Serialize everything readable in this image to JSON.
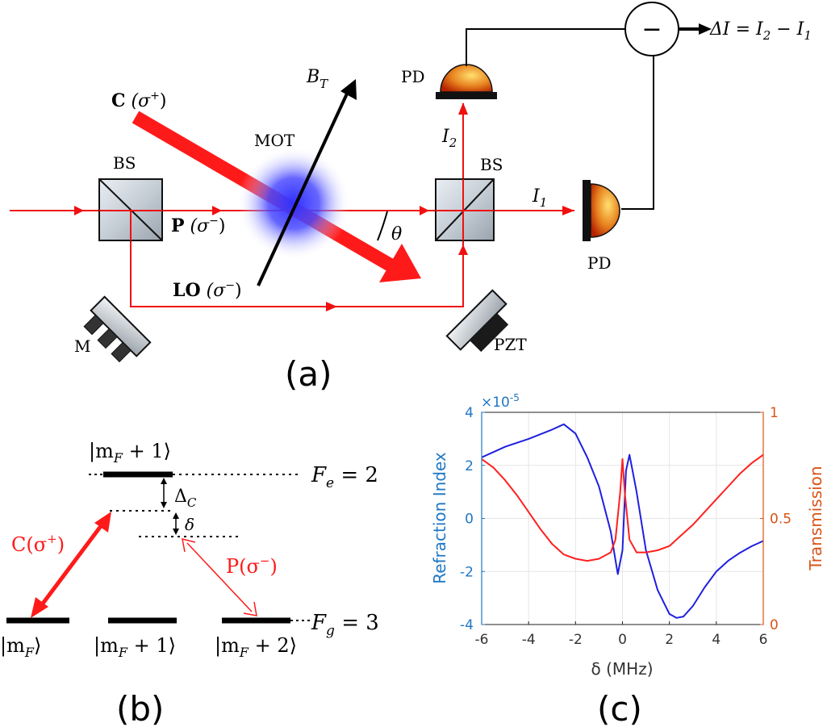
{
  "panel_a": {
    "panel_label": "(a)",
    "bs_left_label": "BS",
    "bs_right_label": "BS",
    "mot_label": "MOT",
    "pd_top_label": "PD",
    "pd_right_label": "PD",
    "mirror_label": "M",
    "pzt_label": "PZT",
    "coupling_label": {
      "main": "C",
      "open": " (σ",
      "sup": "+",
      "close": ")"
    },
    "probe_label": {
      "main": "P",
      "open": " (σ",
      "sup": "−",
      "close": ")"
    },
    "lo_label": {
      "main": "LO",
      "open": " (σ",
      "sup": "−",
      "close": ")"
    },
    "field_label": {
      "main": "B",
      "sub": "T"
    },
    "angle_label": "θ",
    "i1_label": {
      "main": "I",
      "sub": "1"
    },
    "i2_label": {
      "main": "I",
      "sub": "2"
    },
    "subtractor_symbol": "−",
    "difference_label": {
      "pre": "ΔI = I",
      "s1": "2",
      "mid": " − I",
      "s2": "1"
    }
  },
  "panel_b": {
    "panel_label": "(b)",
    "excited_state_label": {
      "pre": "|m",
      "sub": "F",
      "post": " + 1⟩"
    },
    "fe_label": {
      "main": "F",
      "sub": "e",
      "post": " = 2"
    },
    "fg_label": {
      "main": "F",
      "sub": "g",
      "post": " = 3"
    },
    "delta_c_label": {
      "main": "Δ",
      "sub": "C"
    },
    "delta_label": "δ",
    "coupling_label": {
      "pre": "C(σ",
      "sup": "+",
      "post": ")"
    },
    "probe_label": {
      "pre": "P(σ",
      "sup": "−",
      "post": ")"
    },
    "ground_states": [
      {
        "pre": "|m",
        "sub": "F",
        "post": "⟩"
      },
      {
        "pre": "|m",
        "sub": "F",
        "post": " + 1⟩"
      },
      {
        "pre": "|m",
        "sub": "F",
        "post": " + 2⟩"
      }
    ]
  },
  "panel_c": {
    "panel_label": "(c)"
  },
  "colors": {
    "laser_red": "#ff1a1a",
    "probe_red": "#f01010",
    "mot_blue": "#1a1aff",
    "refraction_blue": "#1f1fe0",
    "transmission_red": "#ff2020",
    "left_axis": "#1f77c4",
    "right_axis": "#d95319"
  },
  "chart_data": {
    "type": "line",
    "xlabel": "δ (MHz)",
    "ylabel_left": "Refraction Index",
    "ylabel_right": "Transmission",
    "left_exponent": "×10",
    "left_exponent_power": "-5",
    "xlim": [
      -6,
      6
    ],
    "ylim_left": [
      -4,
      4
    ],
    "ylim_right": [
      0,
      1
    ],
    "xticks": [
      "-6",
      "-4",
      "-2",
      "0",
      "2",
      "4",
      "6"
    ],
    "yticks_left": [
      "4",
      "2",
      "0",
      "-2",
      "-4"
    ],
    "yticks_right": [
      "1",
      "0.5",
      "0"
    ],
    "grid": true,
    "series": [
      {
        "name": "Refraction Index",
        "axis": "left",
        "x": [
          -6,
          -5,
          -4,
          -3,
          -2.5,
          -2,
          -1.5,
          -1,
          -0.5,
          -0.2,
          0,
          0.15,
          0.3,
          0.6,
          1,
          1.5,
          2,
          2.3,
          2.6,
          3,
          3.5,
          4,
          4.5,
          5,
          5.5,
          6
        ],
        "y": [
          2.3,
          2.7,
          3.0,
          3.35,
          3.55,
          3.2,
          2.3,
          1.2,
          -0.5,
          -2.1,
          -1.2,
          1.8,
          2.4,
          1.0,
          -1.2,
          -2.7,
          -3.6,
          -3.75,
          -3.7,
          -3.3,
          -2.6,
          -2.0,
          -1.6,
          -1.3,
          -1.05,
          -0.85
        ]
      },
      {
        "name": "Transmission",
        "axis": "right",
        "x": [
          -6,
          -5.5,
          -5,
          -4.5,
          -4,
          -3.5,
          -3,
          -2.5,
          -2,
          -1.5,
          -1,
          -0.5,
          -0.3,
          -0.1,
          0,
          0.1,
          0.3,
          0.6,
          1,
          1.5,
          2,
          2.5,
          3,
          3.5,
          4,
          4.5,
          5,
          5.5,
          6
        ],
        "y": [
          0.78,
          0.74,
          0.68,
          0.61,
          0.53,
          0.45,
          0.38,
          0.33,
          0.31,
          0.3,
          0.31,
          0.34,
          0.4,
          0.62,
          0.78,
          0.62,
          0.4,
          0.34,
          0.34,
          0.35,
          0.37,
          0.42,
          0.47,
          0.53,
          0.59,
          0.65,
          0.71,
          0.76,
          0.8
        ]
      }
    ]
  }
}
